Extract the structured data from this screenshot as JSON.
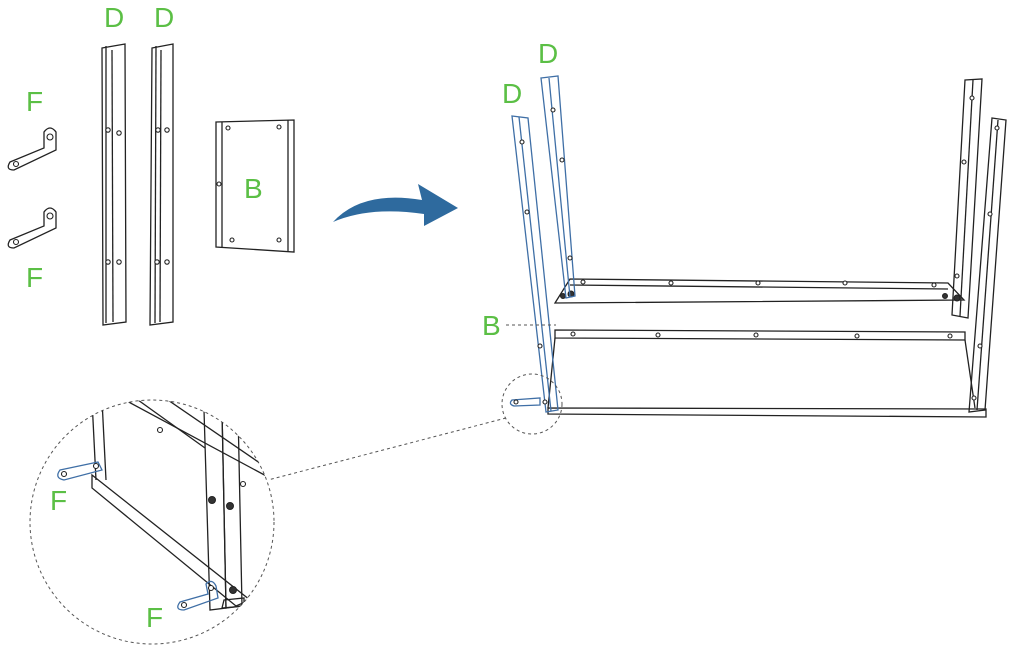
{
  "labels": {
    "parts_D_left": "D",
    "parts_D_right": "D",
    "parts_F_top": "F",
    "parts_F_bottom": "F",
    "parts_B": "B",
    "assembly_D_front": "D",
    "assembly_D_back": "D",
    "assembly_B": "B",
    "detail_F_top": "F",
    "detail_F_bottom": "F"
  },
  "colors": {
    "label": "#5bbf45",
    "highlight_part": "#3f6fa6",
    "arrow": "#2e6a9e",
    "line": "#222222"
  },
  "icons": {
    "arrow": "curved-arrow-icon"
  }
}
